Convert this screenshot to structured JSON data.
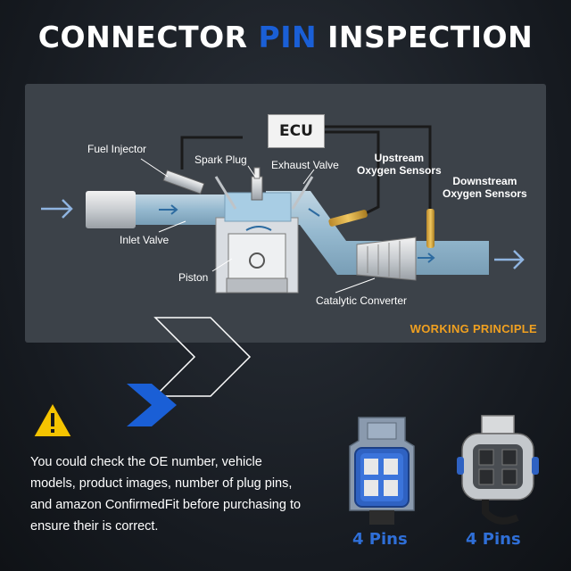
{
  "title": {
    "part1": "CONNECTOR ",
    "part2": "PIN",
    "part3": " INSPECTION"
  },
  "diagram": {
    "ecu": "ECU",
    "labels": {
      "fuel_injector": "Fuel Injector",
      "spark_plug": "Spark Plug",
      "exhaust_valve": "Exhaust Valve",
      "upstream": "Upstream\nOxygen Sensors",
      "downstream": "Downstream\nOxygen Sensors",
      "inlet_valve": "Inlet Valve",
      "piston": "Piston",
      "catalytic_converter": "Catalytic Converter"
    },
    "working_principle": "WORKING PRINCIPLE"
  },
  "note": {
    "text": "You could check the OE number, vehicle models, product images, number of plug pins, and amazon ConfirmedFit before purchasing to ensure their is correct."
  },
  "connectors": [
    {
      "label": "4 Pins",
      "color": "#2f6fd8"
    },
    {
      "label": "4 Pins",
      "color": "#2f6fd8"
    }
  ],
  "colors": {
    "accent_blue": "#1a5fd6",
    "working_orange": "#f0a020",
    "warning_yellow": "#f5c400"
  }
}
